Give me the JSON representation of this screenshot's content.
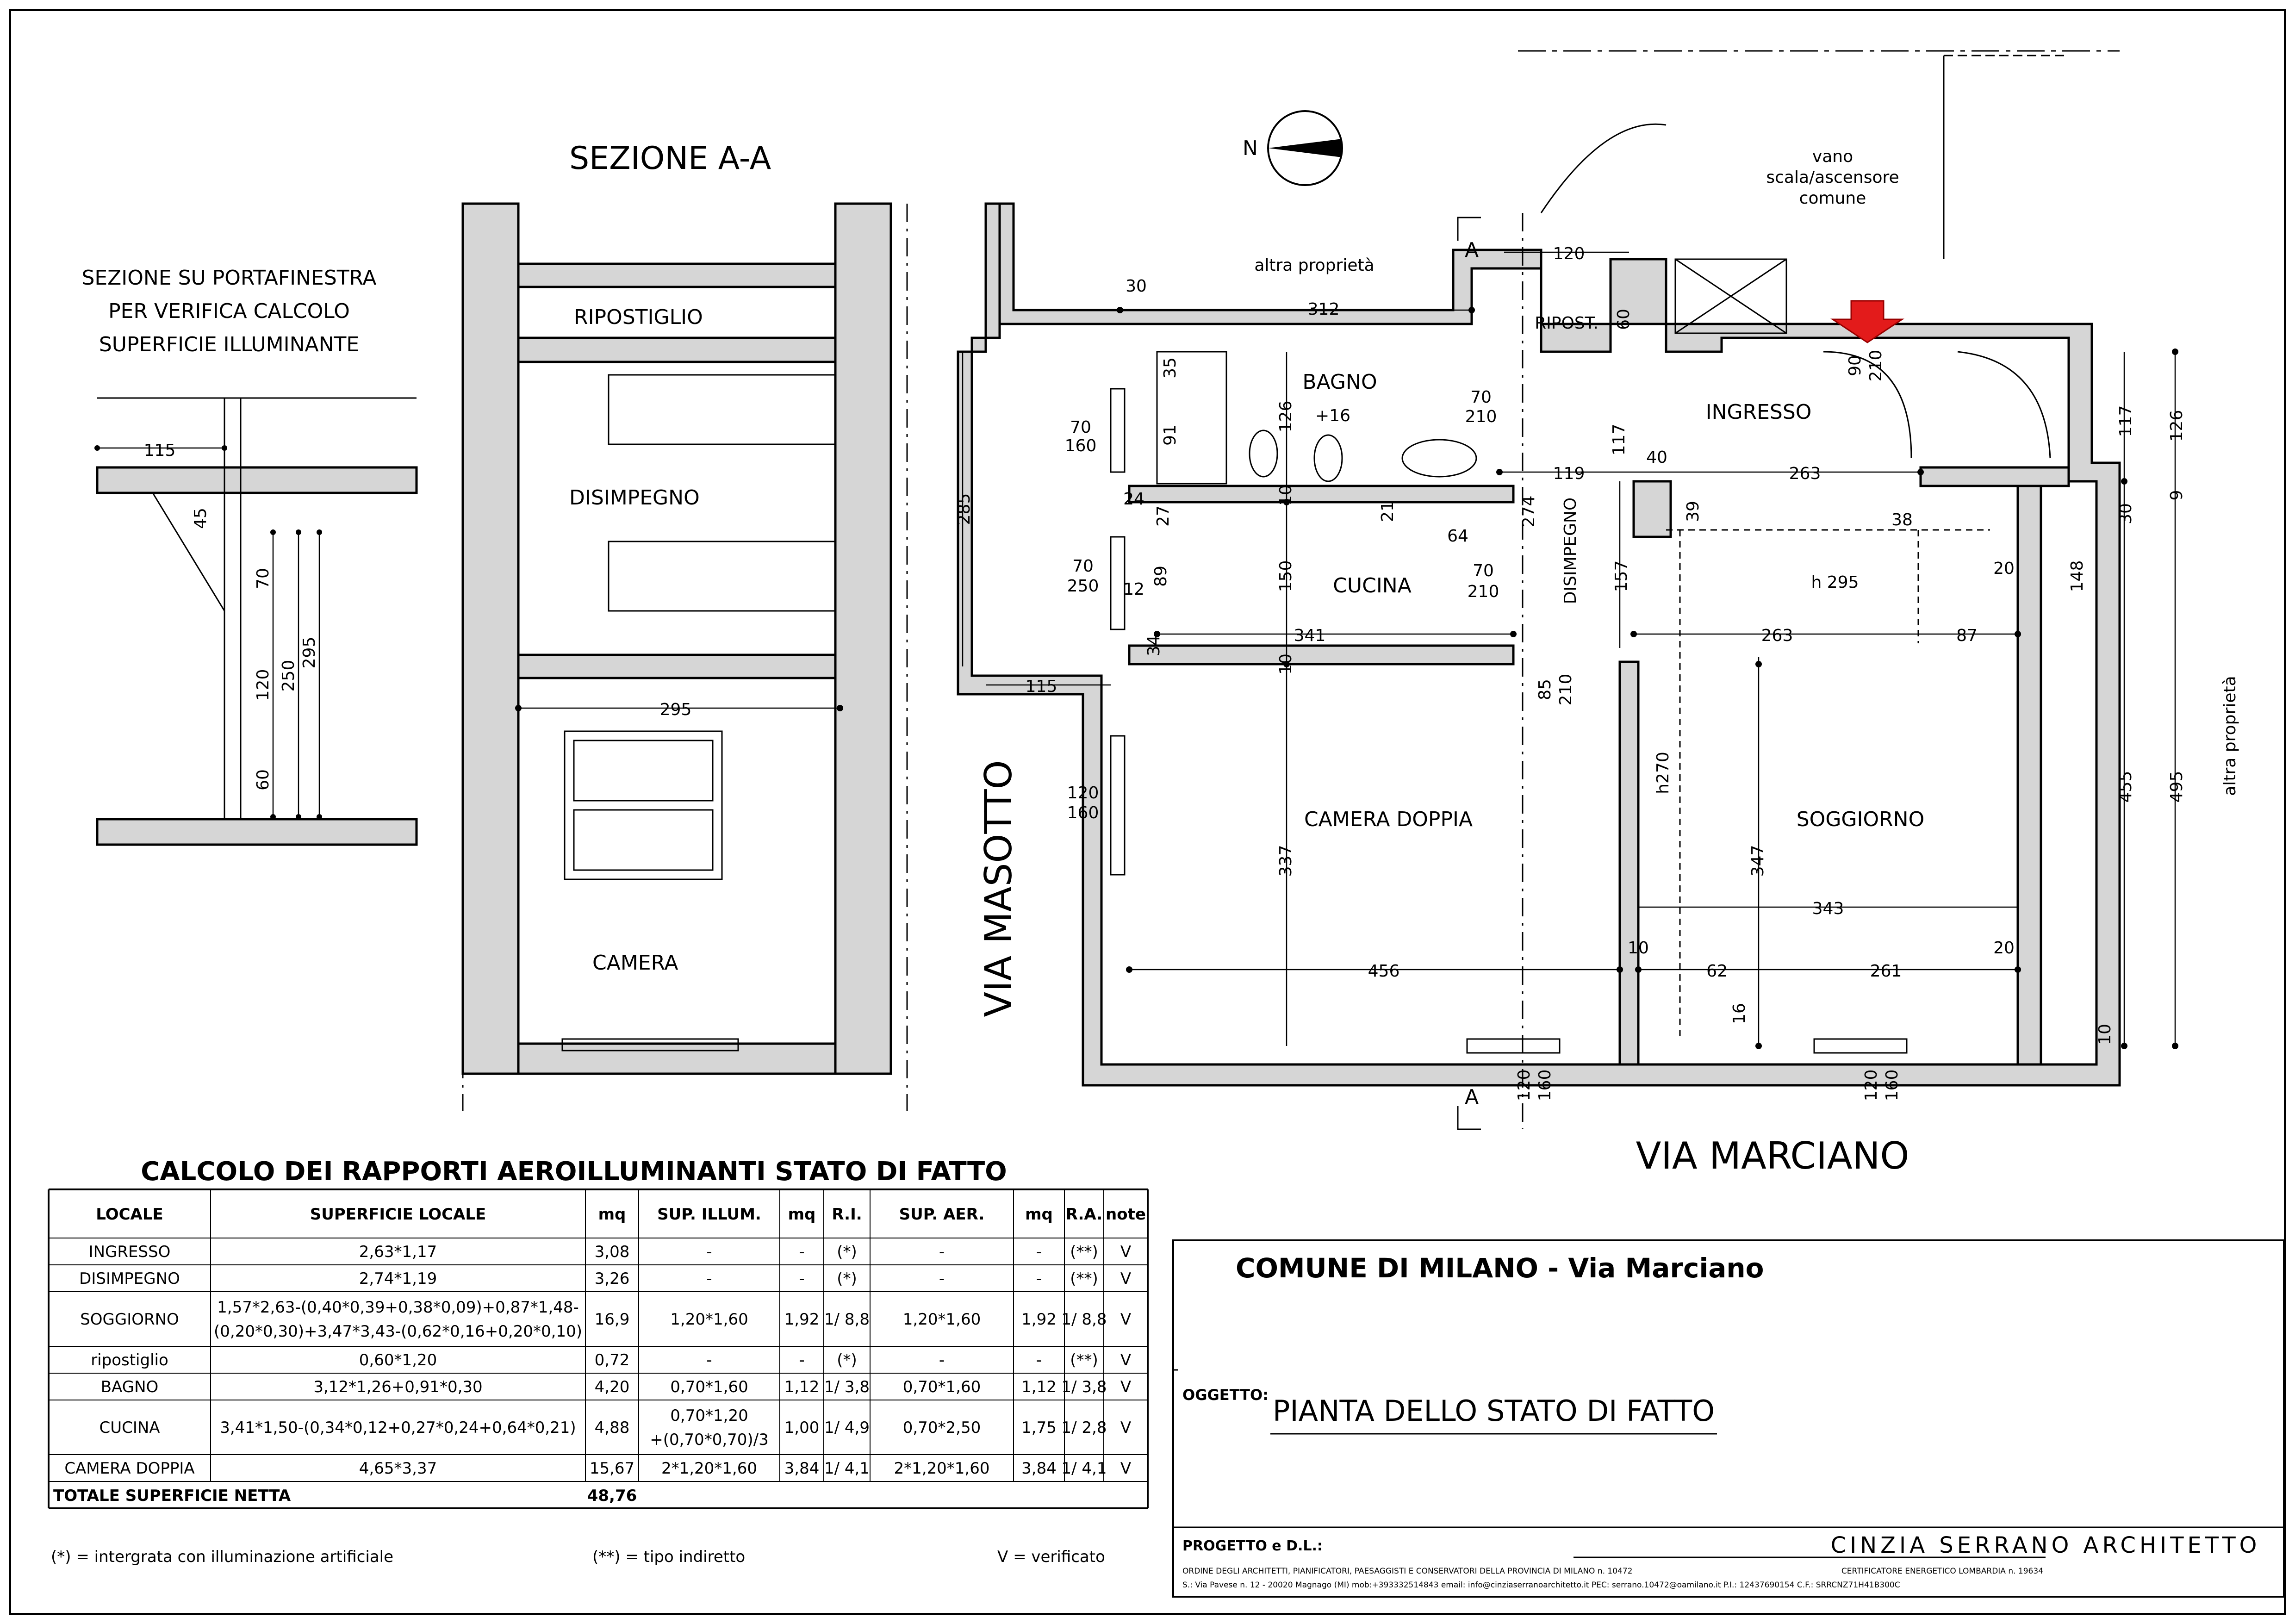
{
  "section": {
    "title": "SEZIONE A-A",
    "note_lines": [
      "SEZIONE SU PORTAFINESTRA",
      "PER VERIFICA CALCOLO",
      "SUPERFICIE ILLUMINANTE"
    ],
    "rooms": [
      "RIPOSTIGLIO",
      "DISIMPEGNO",
      "CAMERA"
    ],
    "dims": {
      "d115": "115",
      "d45": "45",
      "d70": "70",
      "d120": "120",
      "d250": "250",
      "d295": "295",
      "d60": "60",
      "d295b": "295"
    }
  },
  "plan": {
    "north": "N",
    "section_marker": "A",
    "rooms": {
      "vano": [
        "vano",
        "scala/ascensore",
        "comune"
      ],
      "altra_top": "altra proprietà",
      "ripost": "RIPOST.",
      "bagno": "BAGNO",
      "ingresso": "INGRESSO",
      "cucina": "CUCINA",
      "disimpegno": "DISIMPEGNO",
      "h295": "h 295",
      "h270": "h270",
      "camera": "CAMERA DOPPIA",
      "soggiorno": "SOGGIORNO",
      "altra_right": "altra proprietà"
    },
    "streets": {
      "masotto": "VIA MASOTTO",
      "marciano": "VIA MARCIANO"
    },
    "dims": {
      "d120_top": "120",
      "d30": "30",
      "d312": "312",
      "d60": "60",
      "d90": "90",
      "d210": "210",
      "d117": "117",
      "d126": "126",
      "d40": "40",
      "d263": "263",
      "d119": "119",
      "d9": "9",
      "d30b": "30",
      "d35": "35",
      "d91": "91",
      "d126b": "126",
      "d16": "+16",
      "d70a": "70",
      "d160a": "160",
      "d70b": "70",
      "d210b": "210",
      "d285": "285",
      "d24": "24",
      "d27": "27",
      "d21": "21",
      "d64": "64",
      "d274": "274",
      "d39": "39",
      "d38": "38",
      "d20a": "20",
      "d148": "148",
      "d70c": "70",
      "d250": "250",
      "d12": "12",
      "d89": "89",
      "d150": "150",
      "d70d": "70",
      "d210c": "210",
      "d157": "157",
      "d34": "34",
      "d341": "341",
      "d263b": "263",
      "d87": "87",
      "d10a": "10",
      "d10b": "10",
      "d115": "115",
      "d85": "85",
      "d210d": "210",
      "d120b": "120",
      "d160b": "160",
      "d337": "337",
      "d347": "347",
      "d455": "455",
      "d495": "495",
      "d343": "343",
      "d10c": "10",
      "d20b": "20",
      "d456": "456",
      "d62": "62",
      "d261": "261",
      "d16b": "16",
      "d10d": "10",
      "d120c": "120",
      "d160c": "160",
      "d120d": "120",
      "d160d": "160"
    }
  },
  "table": {
    "title": "CALCOLO DEI RAPPORTI AEROILLUMINANTI STATO DI FATTO",
    "headers": [
      "LOCALE",
      "SUPERFICIE LOCALE",
      "mq",
      "SUP. ILLUM.",
      "mq",
      "R.I.",
      "SUP. AER.",
      "mq",
      "R.A.",
      "note"
    ],
    "rows": [
      {
        "locale": "INGRESSO",
        "sup": [
          "2,63*1,17"
        ],
        "mq": "3,08",
        "illum": [
          "-"
        ],
        "mq2": "-",
        "ri": "(*)",
        "aer": "-",
        "mq3": "-",
        "ra": "(**)",
        "note": "V"
      },
      {
        "locale": "DISIMPEGNO",
        "sup": [
          "2,74*1,19"
        ],
        "mq": "3,26",
        "illum": [
          "-"
        ],
        "mq2": "-",
        "ri": "(*)",
        "aer": "-",
        "mq3": "-",
        "ra": "(**)",
        "note": "V"
      },
      {
        "locale": "SOGGIORNO",
        "sup": [
          "1,57*2,63-(0,40*0,39+0,38*0,09)+0,87*1,48-",
          "(0,20*0,30)+3,47*3,43-(0,62*0,16+0,20*0,10)"
        ],
        "mq": "16,9",
        "illum": [
          "1,20*1,60"
        ],
        "mq2": "1,92",
        "ri": "1/ 8,8",
        "aer": "1,20*1,60",
        "mq3": "1,92",
        "ra": "1/ 8,8",
        "note": "V"
      },
      {
        "locale": "ripostiglio",
        "sup": [
          "0,60*1,20"
        ],
        "mq": "0,72",
        "illum": [
          "-"
        ],
        "mq2": "-",
        "ri": "(*)",
        "aer": "-",
        "mq3": "-",
        "ra": "(**)",
        "note": "V"
      },
      {
        "locale": "BAGNO",
        "sup": [
          "3,12*1,26+0,91*0,30"
        ],
        "mq": "4,20",
        "illum": [
          "0,70*1,60"
        ],
        "mq2": "1,12",
        "ri": "1/ 3,8",
        "aer": "0,70*1,60",
        "mq3": "1,12",
        "ra": "1/ 3,8",
        "note": "V"
      },
      {
        "locale": "CUCINA",
        "sup": [
          "3,41*1,50-(0,34*0,12+0,27*0,24+0,64*0,21)"
        ],
        "mq": "4,88",
        "illum": [
          "0,70*1,20",
          "+(0,70*0,70)/3"
        ],
        "mq2": "1,00",
        "ri": "1/ 4,9",
        "aer": "0,70*2,50",
        "mq3": "1,75",
        "ra": "1/ 2,8",
        "note": "V"
      },
      {
        "locale": "CAMERA DOPPIA",
        "sup": [
          "4,65*3,37"
        ],
        "mq": "15,67",
        "illum": [
          "2*1,20*1,60"
        ],
        "mq2": "3,84",
        "ri": "1/ 4,1",
        "aer": "2*1,20*1,60",
        "mq3": "3,84",
        "ra": "1/ 4,1",
        "note": "V"
      }
    ],
    "total_label": "TOTALE SUPERFICIE NETTA",
    "total_value": "48,76",
    "legend": [
      "(*) = intergrata con illuminazione artificiale",
      "(**) = tipo indiretto",
      "V = verificato"
    ]
  },
  "titleblock": {
    "comune": "COMUNE DI MILANO - Via Marciano",
    "oggetto_label": "OGGETTO:",
    "oggetto": "PIANTA DELLO STATO DI FATTO",
    "progetto_label": "PROGETTO e D.L.:",
    "studio": "CINZIA SERRANO ARCHITETTO",
    "line1_left": "ORDINE DEGLI ARCHITETTI, PIANIFICATORI, PAESAGGISTI E CONSERVATORI DELLA PROVINCIA DI MILANO n. 10472",
    "line1_right": "CERTIFICATORE ENERGETICO LOMBARDIA n. 19634",
    "line2": "S.: Via Pavese n. 12 - 20020 Magnago (MI) mob:+393332514843 email: info@cinziaserranoarchitetto.it PEC: serrano.10472@oamilano.it P.I.: 12437690154 C.F.: SRRCNZ71H41B300C"
  }
}
